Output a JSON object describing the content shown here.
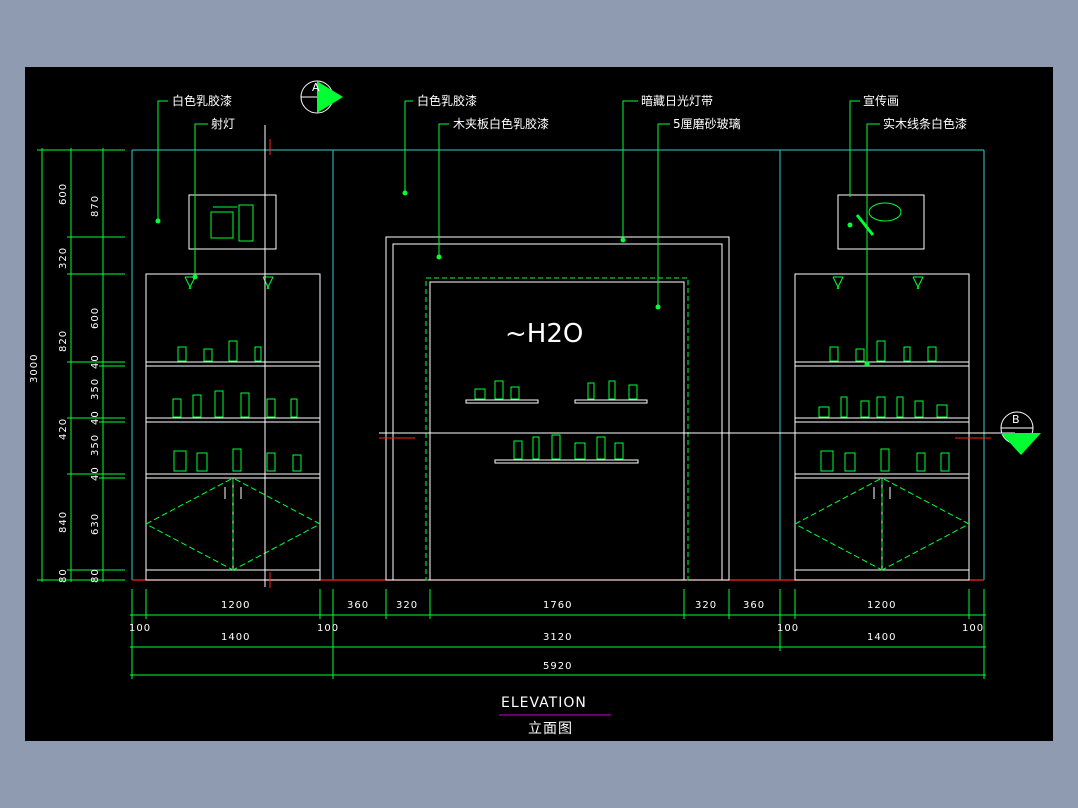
{
  "drawing": {
    "title": "ELEVATION",
    "subtitle": "立面图",
    "logo_text": "~H2O"
  },
  "callouts": {
    "left_1": "白色乳胶漆",
    "left_2": "射灯",
    "mid_1": "白色乳胶漆",
    "mid_2": "木夹板白色乳胶漆",
    "mid_3": "暗藏日光灯带",
    "mid_4": "5厘磨砂玻璃",
    "right_1": "宣传画",
    "right_2": "实木线条白色漆"
  },
  "section_markers": {
    "a": "A",
    "b": "B"
  },
  "horizontal_dims": {
    "row1": [
      "1200",
      "360",
      "320",
      "1760",
      "320",
      "360",
      "1200"
    ],
    "row2": [
      "100",
      "1400",
      "100",
      "3120",
      "100",
      "1400",
      "100"
    ],
    "total": "5920"
  },
  "vertical_dims": {
    "overall": "3000",
    "col2": [
      "600",
      "320",
      "820",
      "420",
      "840",
      "80"
    ],
    "col3": [
      "870",
      "600",
      "40",
      "350",
      "40",
      "350",
      "40",
      "630",
      "80"
    ]
  },
  "colors": {
    "background": "#000000",
    "frame": "#8f9bb0",
    "cyan_lines": "#33cccc",
    "green_lines": "#00ff33",
    "red_marks": "#ff2020",
    "white_lines": "#ffffff",
    "title_underline": "#cc00cc"
  }
}
